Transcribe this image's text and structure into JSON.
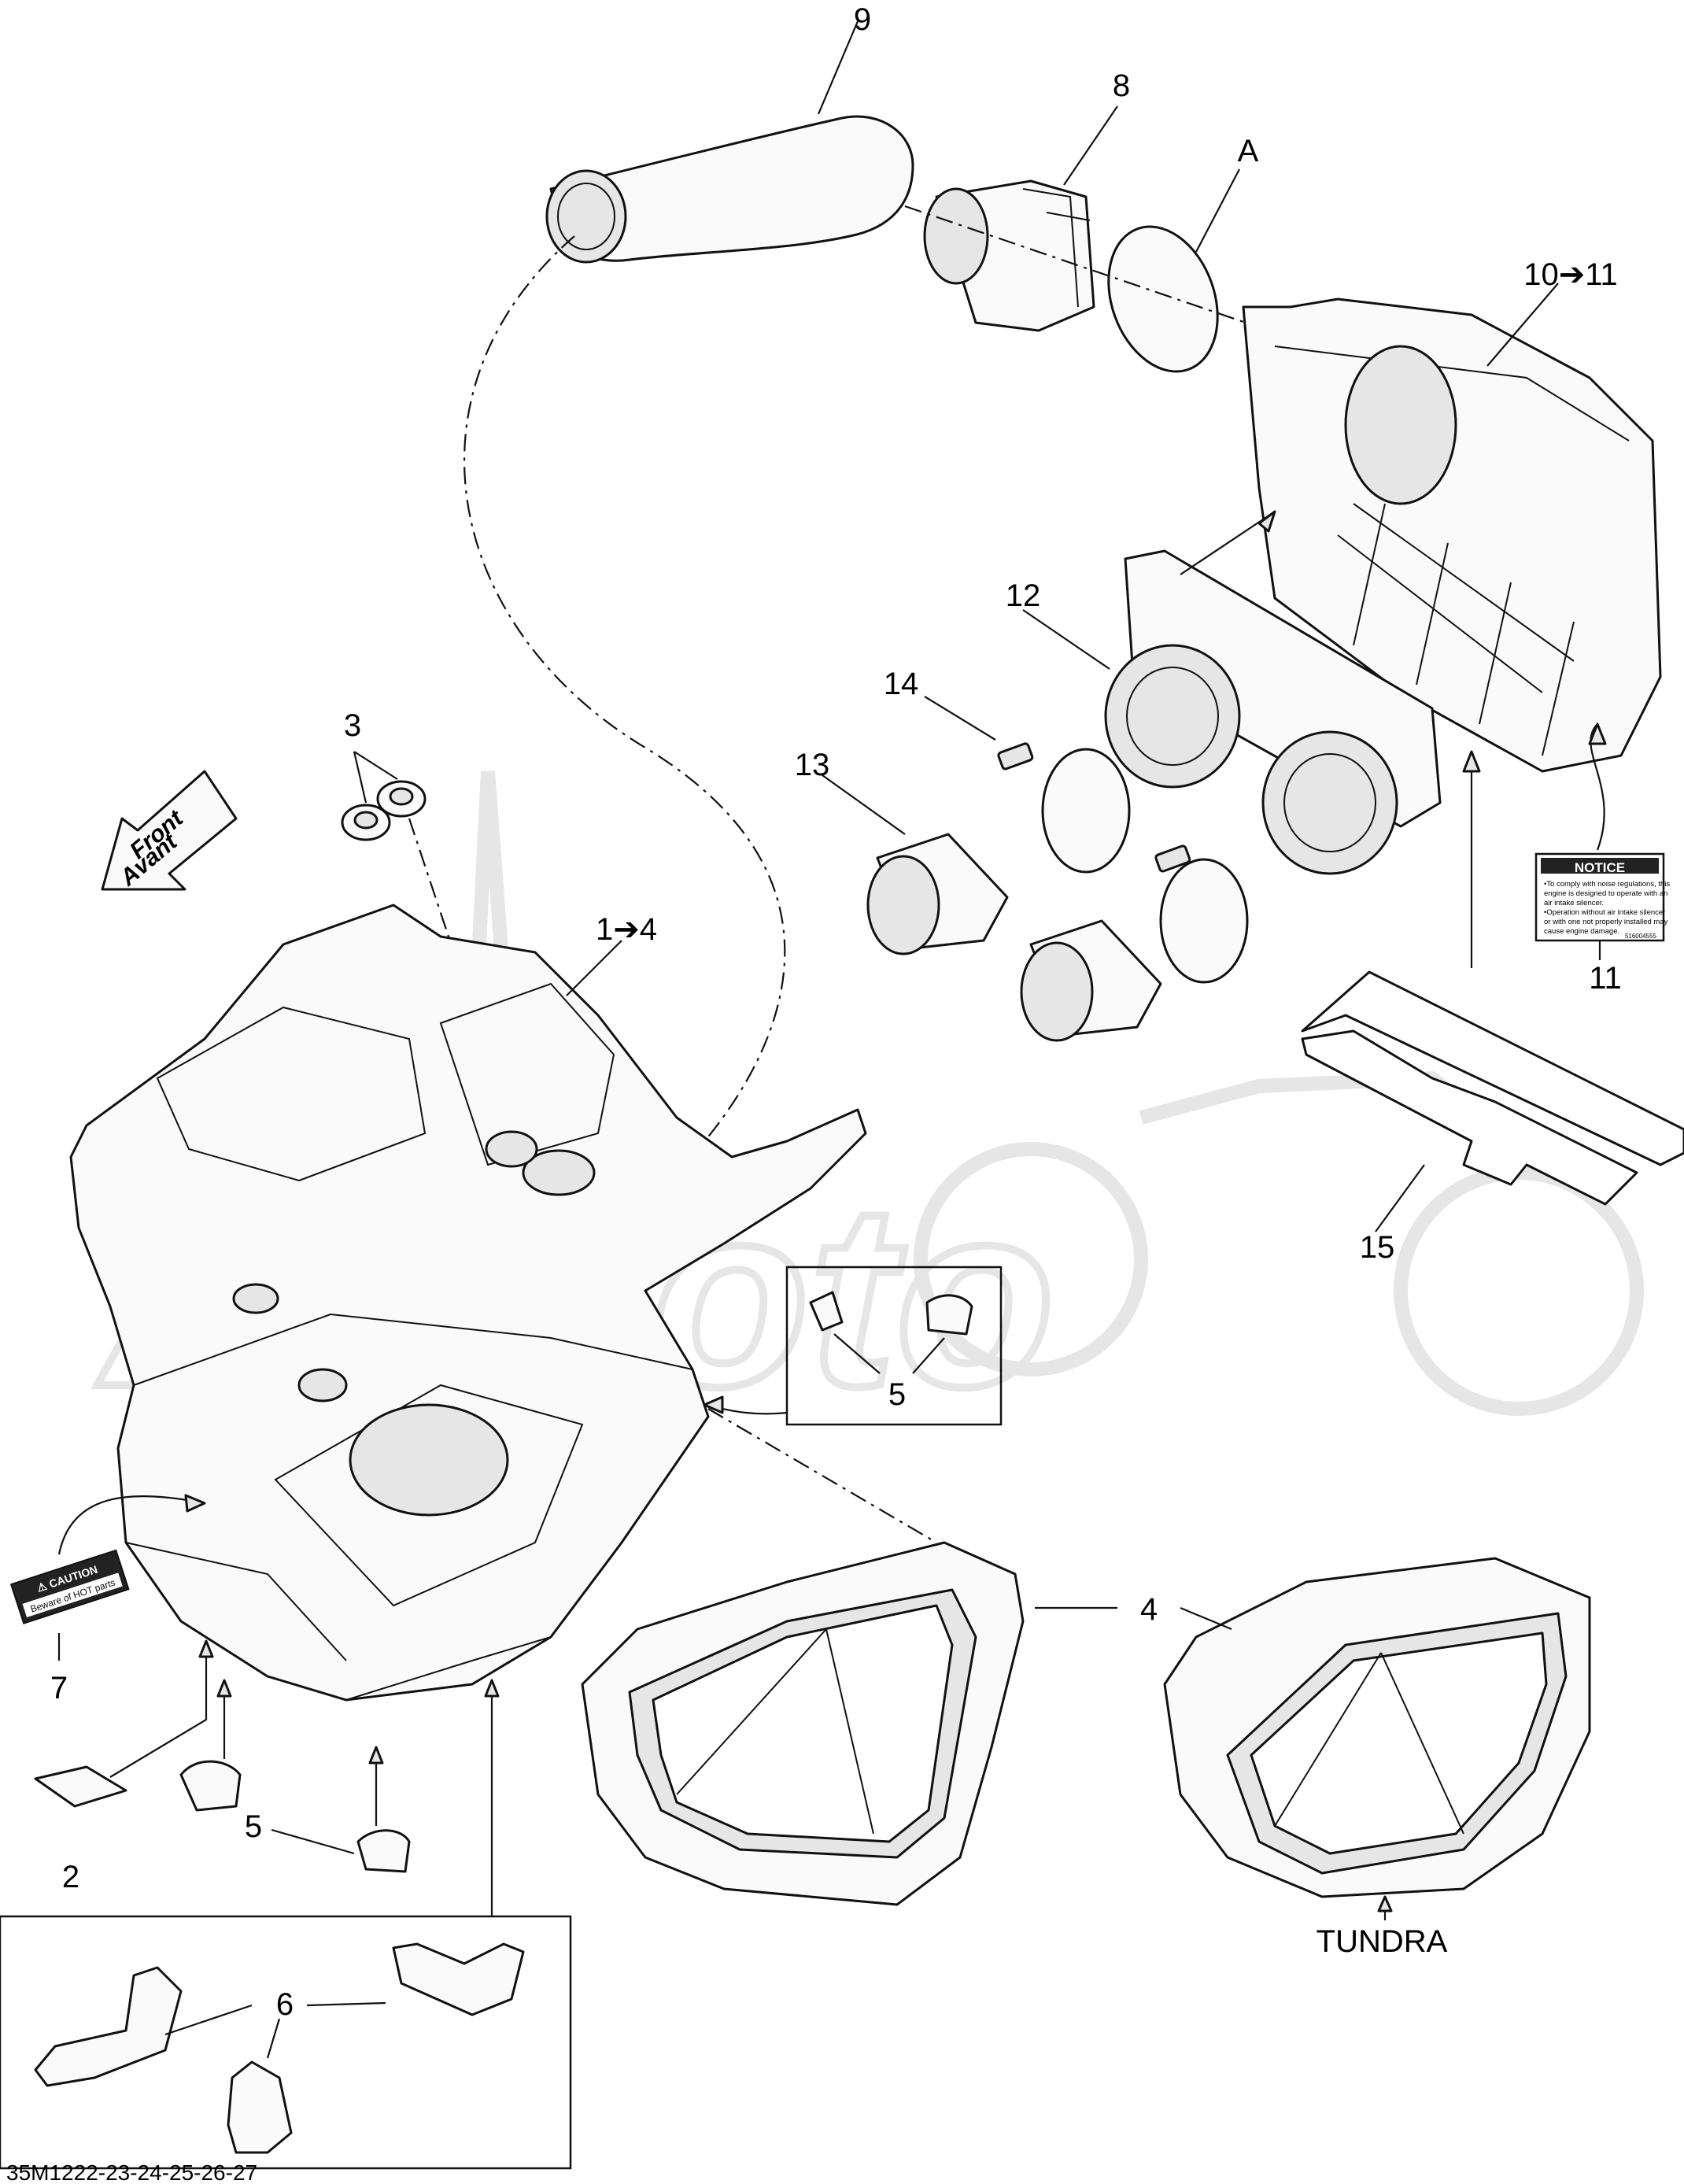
{
  "callouts": {
    "c9": "9",
    "c8": "8",
    "cA": "A",
    "c10_11": "10➔11",
    "c12": "12",
    "c14": "14",
    "c13": "13",
    "c3": "3",
    "c1_4": "1➔4",
    "c11": "11",
    "c15": "15",
    "c5_box": "5",
    "c4": "4",
    "c7": "7",
    "c5": "5",
    "c2": "2",
    "c6": "6"
  },
  "front_arrow": {
    "line1": "Front",
    "line2": "Avant"
  },
  "notice_label": {
    "title": "NOTICE",
    "lines": [
      "•To comply with noise regulations, this",
      "engine is designed to operate with an",
      "air intake silencer.",
      "•Operation without air intake silencer",
      "or with one not properly installed may",
      "cause engine damage."
    ],
    "part_no": "516004555"
  },
  "caution_label": {
    "line1": "⚠ CAUTION",
    "line2": "Beware of HOT parts"
  },
  "variant_label": "TUNDRA",
  "drawing_code": "35M1222-23-24-25-26-27",
  "watermark": "AeMoto"
}
